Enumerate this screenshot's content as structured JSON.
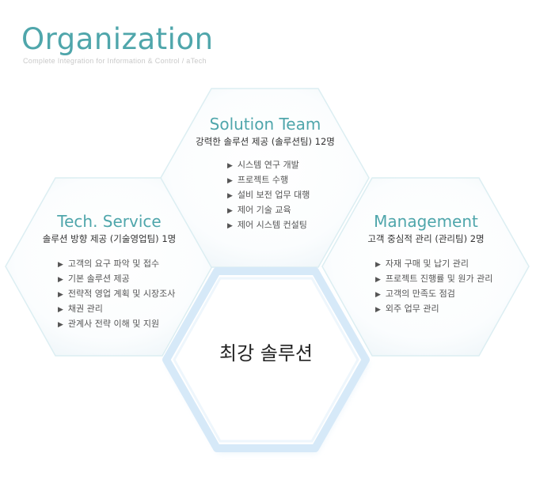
{
  "header": {
    "title": "Organization",
    "subtitle": "Complete Integration for Information & Control / aTech"
  },
  "panels": {
    "solution": {
      "title": "Solution Team",
      "subtitle": "강력한 솔루션 제공 (솔루션팀) 12명",
      "items": [
        "시스템 연구 개발",
        "프로젝트 수행",
        "설비 보전 업무 대행",
        "제어 기술 교육",
        "제어 시스템 컨설팅"
      ]
    },
    "tech": {
      "title": "Tech. Service",
      "subtitle": "솔루션 방향 제공 (기술영업팀) 1명",
      "items": [
        "고객의 요구 파악 및 접수",
        "기본 솔루션 제공",
        "전략적 영업 계획 및 시장조사",
        "채권 관리",
        "관계사 전략 이해 및 지원"
      ]
    },
    "management": {
      "title": "Management",
      "subtitle": "고객 중심적 관리 (관리팀) 2명",
      "items": [
        "자재 구매 및 납기 관리",
        "프로젝트 진행률 및 원가 관리",
        "고객의 만족도 점검",
        "외주 업무 관리"
      ]
    }
  },
  "center": {
    "label": "최강 솔루션"
  },
  "colors": {
    "accent": "#4fa6ab",
    "hex_border": "#dfeef2",
    "center_border": "#d8ebf8"
  }
}
